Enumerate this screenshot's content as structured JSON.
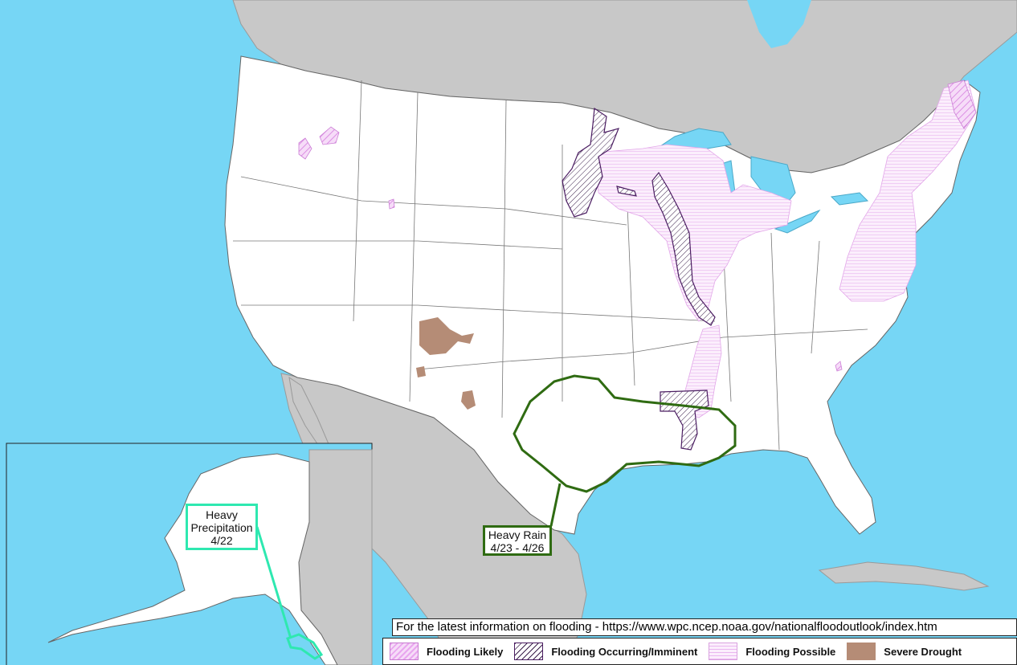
{
  "footer": {
    "note": "For the latest information on flooding - https://www.wpc.ncep.noaa.gov/nationalfloodoutlook/index.htm"
  },
  "legend": {
    "items": [
      {
        "label": "Flooding Likely",
        "swatch": "hatched-pink"
      },
      {
        "label": "Flooding Occurring/Imminent",
        "swatch": "hatched-purple"
      },
      {
        "label": "Flooding Possible",
        "swatch": "light-pink-lines"
      },
      {
        "label": "Severe Drought",
        "swatch": "solid-brown"
      }
    ]
  },
  "callouts": {
    "alaska": {
      "line1": "Heavy",
      "line2": "Precipitation",
      "line3": "4/22"
    },
    "texas": {
      "line1": "Heavy Rain",
      "line2": "4/23 - 4/26"
    }
  },
  "colors": {
    "ocean": "#76d6f5",
    "land_foreign": "#c8c8c8",
    "land_us": "#ffffff",
    "flooding_likely": "#e9a6ef",
    "flooding_occurring": "#4b1d62",
    "flooding_possible": "#eab6f0",
    "severe_drought": "#b58c76",
    "heavy_rain_outline": "#2f6b12",
    "heavy_precip_outline": "#2ee8b0"
  }
}
